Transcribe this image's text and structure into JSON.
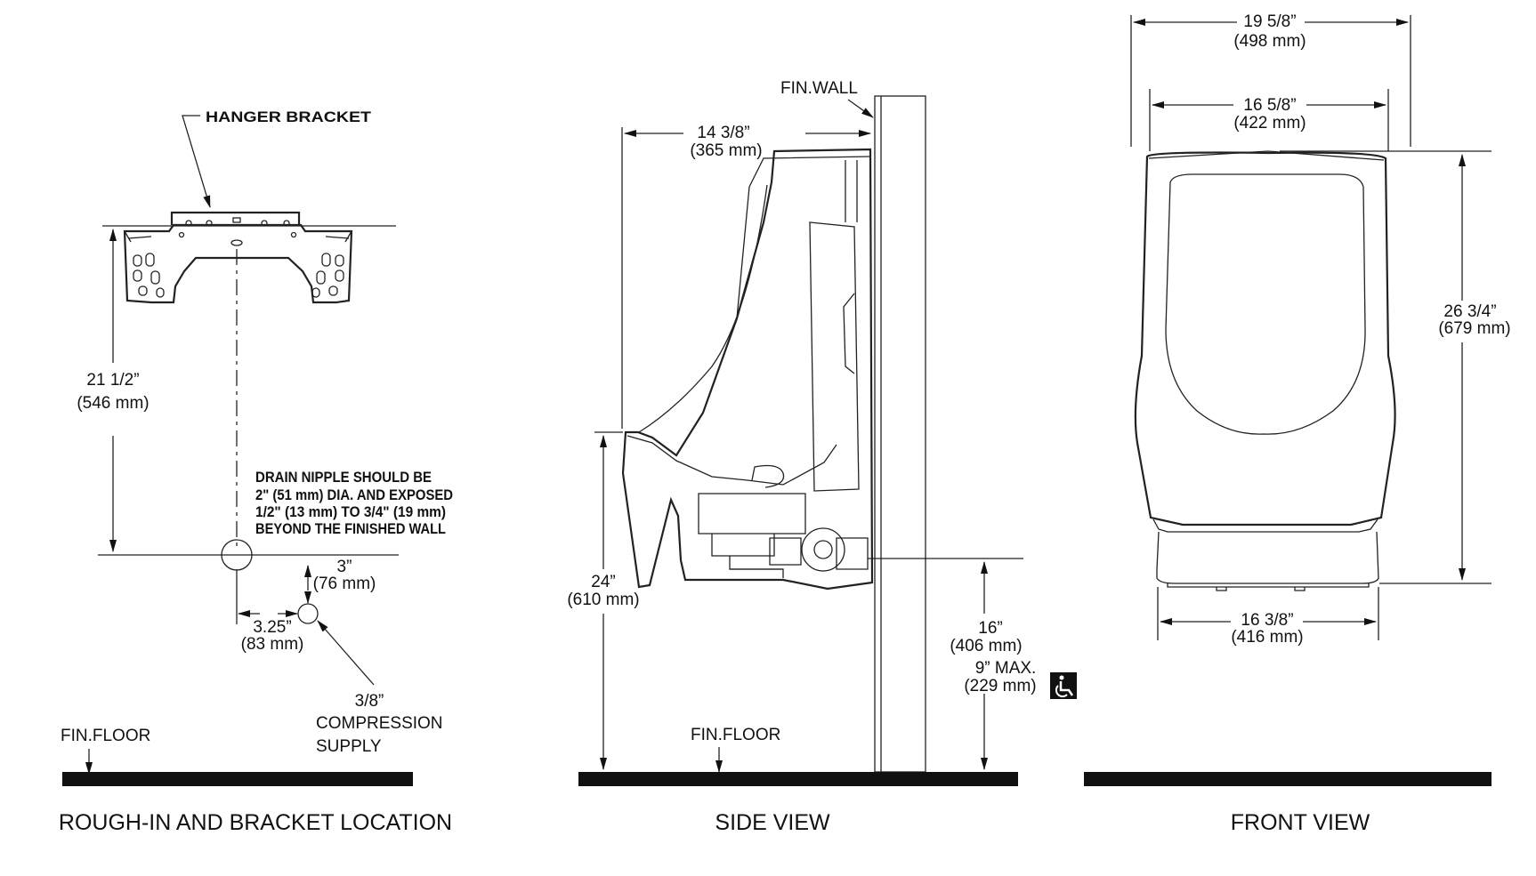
{
  "views": {
    "rough_in": {
      "title": "ROUGH-IN AND BRACKET LOCATION",
      "hanger_label": "HANGER BRACKET",
      "height_dim": "21 1/2”",
      "height_dim_mm": "(546 mm)",
      "note_lines": [
        "DRAIN NIPPLE SHOULD BE",
        "2\" (51 mm) DIA. AND EXPOSED",
        "1/2\" (13 mm) TO 3/4\" (19 mm)",
        "BEYOND THE FINISHED WALL"
      ],
      "drop_dim": "3”",
      "drop_dim_mm": "(76 mm)",
      "offset_dim": "3.25”",
      "offset_dim_mm": "(83 mm)",
      "supply_lines": [
        "3/8”",
        "COMPRESSION",
        "SUPPLY"
      ],
      "floor_label": "FIN.FLOOR"
    },
    "side": {
      "title": "SIDE VIEW",
      "wall_label": "FIN.WALL",
      "depth_dim": "14 3/8”",
      "depth_dim_mm": "(365 mm)",
      "rim_dim": "24”",
      "rim_dim_mm": "(610 mm)",
      "outlet_dim": "16”",
      "outlet_dim_mm": "(406 mm)",
      "max_dim": "9” MAX.",
      "max_dim_mm": "(229 mm)",
      "floor_label": "FIN.FLOOR",
      "accessibility_icon": "wheelchair-icon"
    },
    "front": {
      "title": "FRONT VIEW",
      "overall_width": "19 5/8”",
      "overall_width_mm": "(498 mm)",
      "inner_width": "16 5/8”",
      "inner_width_mm": "(422 mm)",
      "height": "26 3/4”",
      "height_mm": "(679 mm)",
      "base_width": "16 3/8”",
      "base_width_mm": "(416 mm)"
    }
  }
}
